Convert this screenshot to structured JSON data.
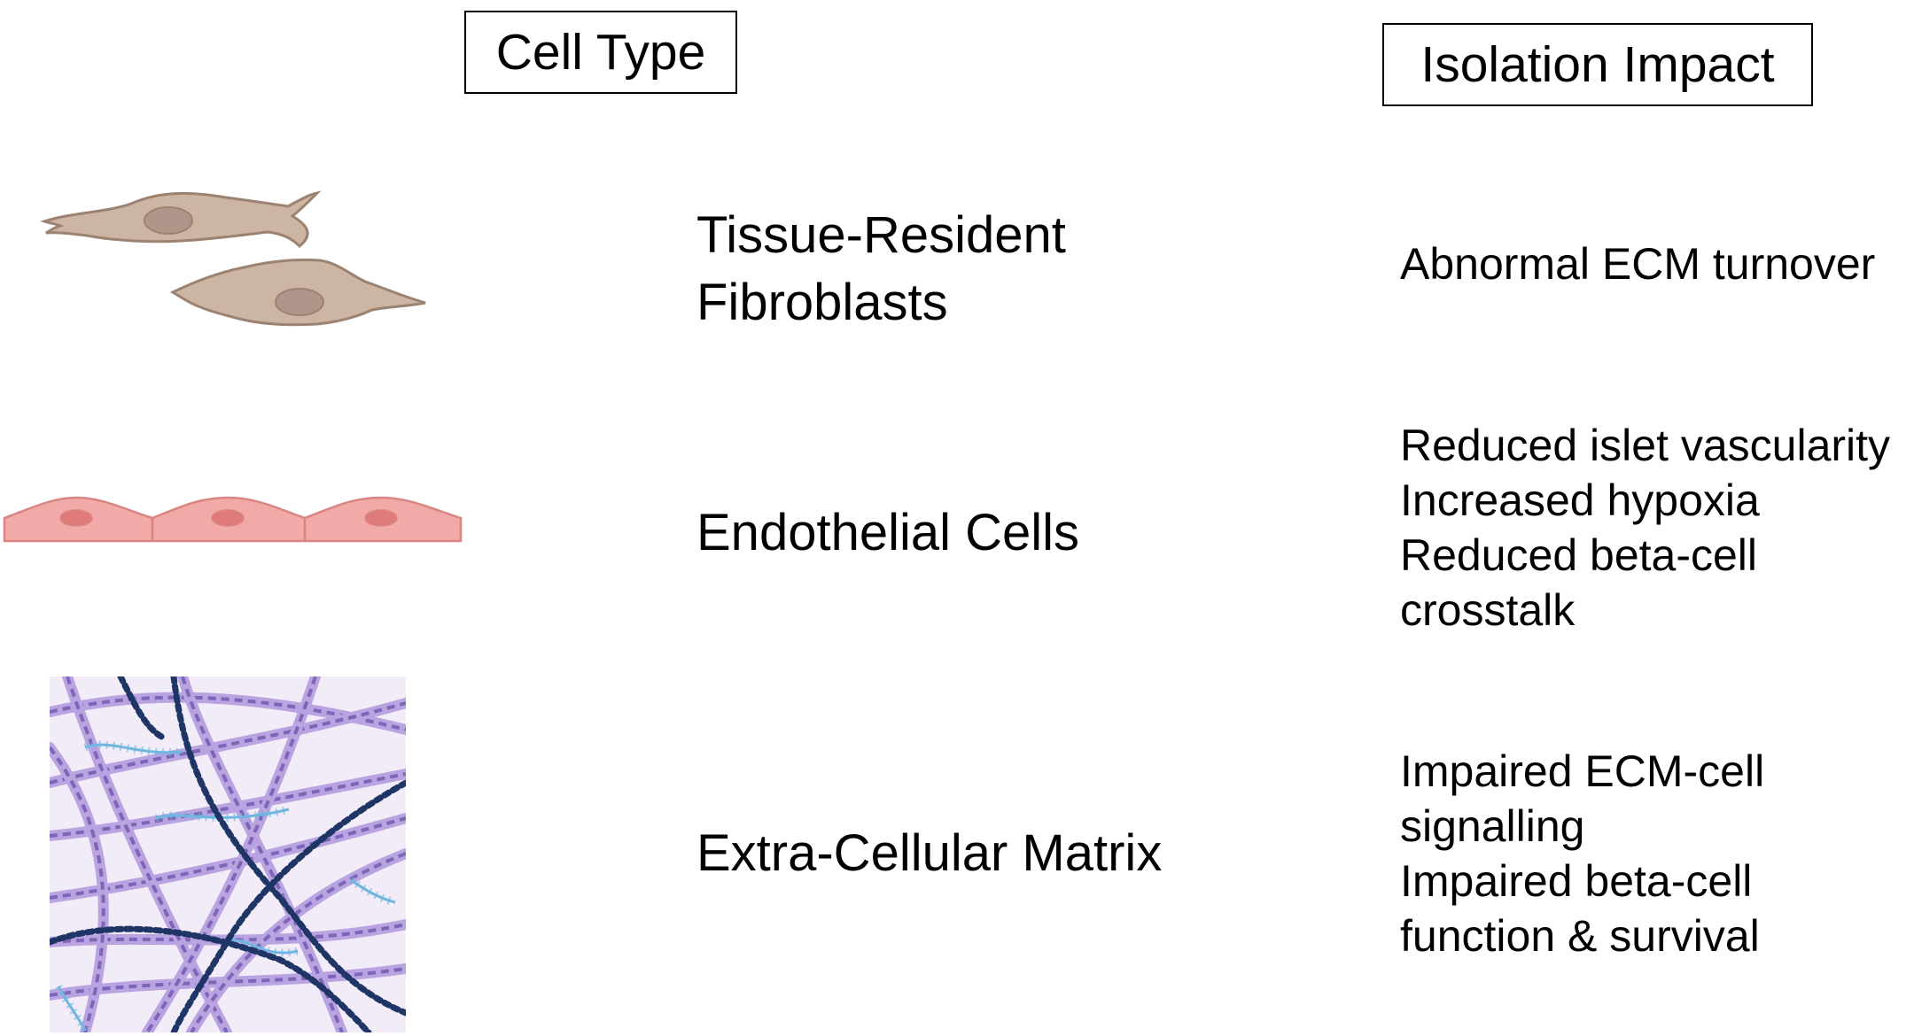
{
  "headers": {
    "cell_type": "Cell Type",
    "isolation_impact": "Isolation Impact"
  },
  "rows": [
    {
      "label_lines": [
        "Tissue-Resident",
        "Fibroblasts"
      ],
      "impact_lines": [
        "Abnormal ECM turnover"
      ],
      "icon": "fibroblast-cells"
    },
    {
      "label_lines": [
        "Endothelial Cells"
      ],
      "impact_lines": [
        "Reduced islet vascularity",
        "Increased hypoxia",
        "Reduced beta-cell",
        "crosstalk"
      ],
      "icon": "endothelial-cells"
    },
    {
      "label_lines": [
        "Extra-Cellular Matrix"
      ],
      "impact_lines": [
        "Impaired ECM-cell",
        "signalling",
        "Impaired beta-cell",
        "function & survival"
      ],
      "icon": "extracellular-matrix"
    }
  ],
  "colors": {
    "fibroblast_body": "#cdb5a3",
    "fibroblast_stroke": "#9c8270",
    "fibroblast_nucleus": "#b0968a",
    "endothelial_body": "#f2aaa8",
    "endothelial_stroke": "#d98582",
    "endothelial_nucleus": "#e07b7b",
    "ecm_background": "#f1ecf7",
    "ecm_collagen_light": "#b9a3e0",
    "ecm_collagen_dark": "#7d66b8",
    "ecm_beads": "#1f3566",
    "ecm_glycan": "#6fb6e0"
  }
}
